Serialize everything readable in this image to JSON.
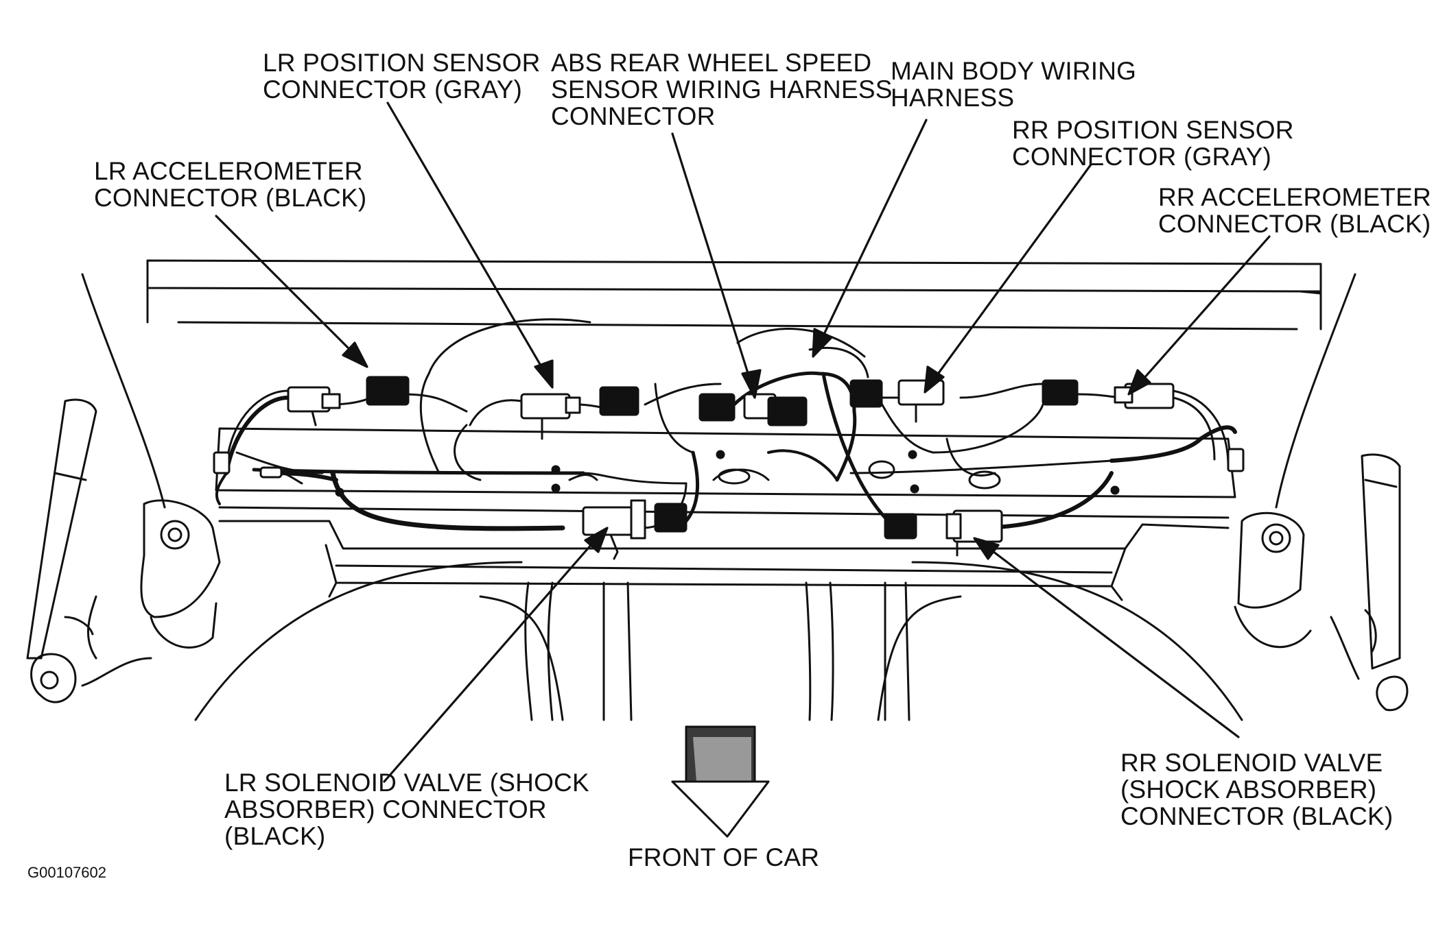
{
  "figure_id": "G00107602",
  "colors": {
    "line": "#111111",
    "background": "#ffffff",
    "arrow_fill": "#3a3a3a"
  },
  "labels": {
    "lr_position_sensor": [
      "LR POSITION SENSOR",
      "CONNECTOR (GRAY)"
    ],
    "abs_rear_wheel_speed": [
      "ABS  REAR WHEEL SPEED",
      "SENSOR WIRING HARNESS",
      "CONNECTOR"
    ],
    "main_body_wiring": [
      "MAIN BODY WIRING",
      "HARNESS"
    ],
    "rr_position_sensor": [
      "RR POSITION SENSOR",
      "CONNECTOR (GRAY)"
    ],
    "lr_accelerometer": [
      "LR ACCELEROMETER",
      "CONNECTOR (BLACK)"
    ],
    "rr_accelerometer": [
      "RR ACCELEROMETER",
      "CONNECTOR (BLACK)"
    ],
    "lr_solenoid_valve": [
      "LR SOLENOID VALVE (SHOCK",
      "ABSORBER) CONNECTOR",
      "(BLACK)"
    ],
    "rr_solenoid_valve": [
      "RR SOLENOID VALVE",
      "(SHOCK ABSORBER)",
      "CONNECTOR (BLACK)"
    ],
    "front_of_car": [
      "FRONT OF CAR"
    ]
  }
}
